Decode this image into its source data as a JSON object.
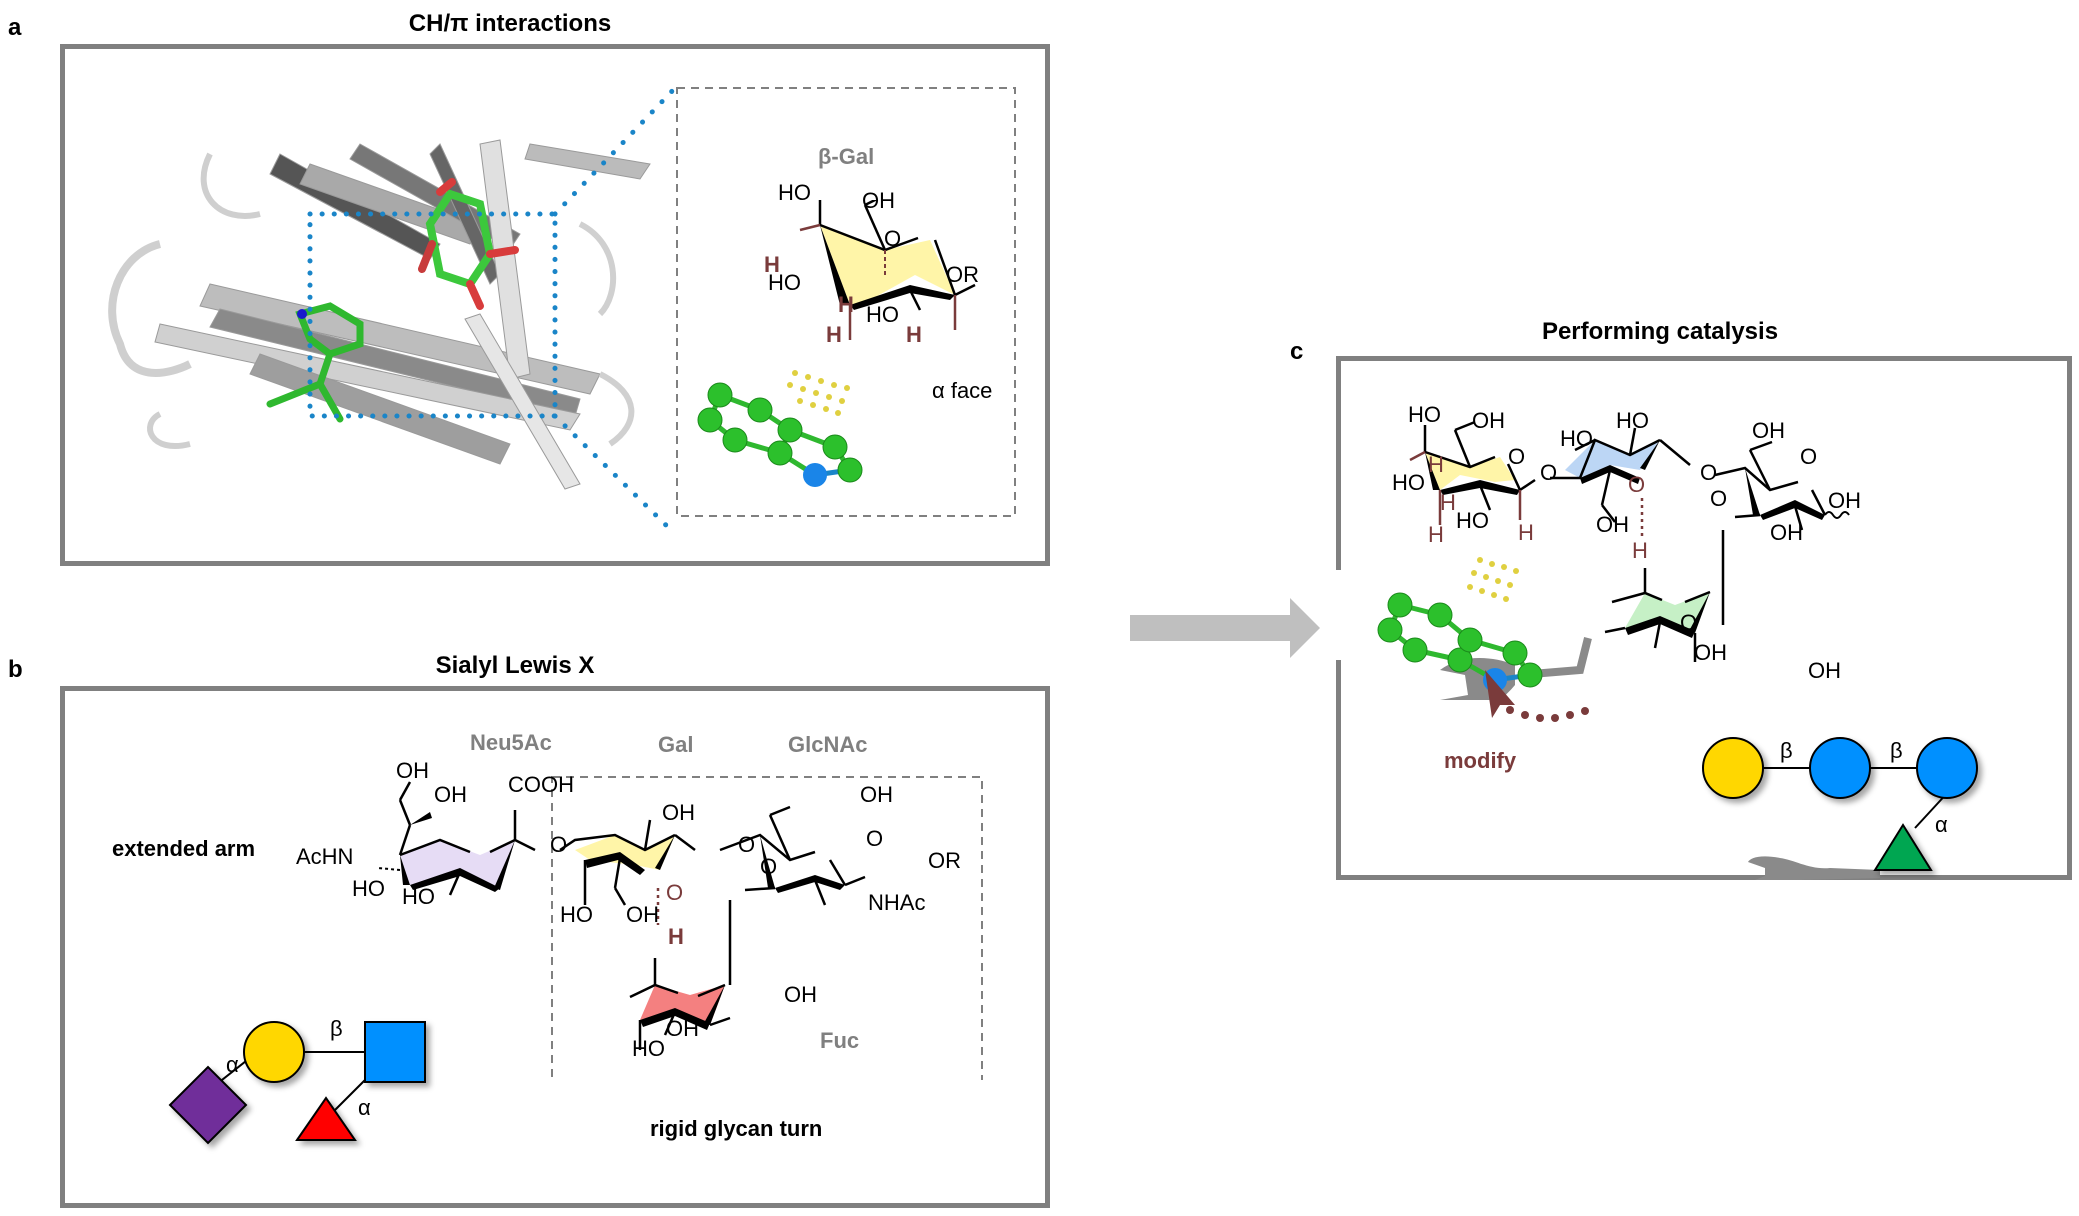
{
  "panels": {
    "a": {
      "letter": "a",
      "title": "CH/π interactions",
      "inset": {
        "sugar_label": "β-Gal",
        "face_label": "α face",
        "atoms": {
          "ho_top": "HO",
          "oh_top": "OH",
          "ring_o": "O",
          "or": "OR",
          "ho_left": "HO",
          "ho_bottom": "HO",
          "h": "H"
        }
      }
    },
    "b": {
      "letter": "b",
      "title": "Sialyl Lewis X",
      "extended_arm": "extended arm",
      "rigid_turn": "rigid glycan turn",
      "residues": {
        "neu5ac": "Neu5Ac",
        "gal": "Gal",
        "glcnac": "GlcNAc",
        "fuc": "Fuc"
      },
      "atoms": {
        "oh": "OH",
        "ho": "HO",
        "cooh": "COOH",
        "achn": "AcHN",
        "nhac": "NHAc",
        "or": "OR",
        "o": "O",
        "h": "H"
      },
      "snfg": {
        "link_sia_gal": "α",
        "link_gal_glcnac": "β",
        "link_fuc_glcnac": "α"
      }
    },
    "c": {
      "letter": "c",
      "title": "Performing catalysis",
      "modify_label": "modify",
      "atoms": {
        "oh": "OH",
        "ho": "HO",
        "o": "O",
        "h": "H"
      },
      "snfg": {
        "link1": "β",
        "link2": "β",
        "link3": "α"
      }
    }
  },
  "colors": {
    "frame": "#808080",
    "dotted_blue": "#1a85c8",
    "gal_yellow": "#fff5a8",
    "neu5ac_purple": "#e6dcf5",
    "fuc_red": "#f48080",
    "glc_blue": "#bcd6f5",
    "fuc_green": "#c6f0c6",
    "ch_pi_dots": "#e0d040",
    "accent_brown": "#7a3b3b",
    "snfg_yellow": "#ffd700",
    "snfg_blue": "#0090ff",
    "snfg_purple": "#6f2d9a",
    "snfg_red": "#ff0000",
    "snfg_green": "#00a651"
  }
}
